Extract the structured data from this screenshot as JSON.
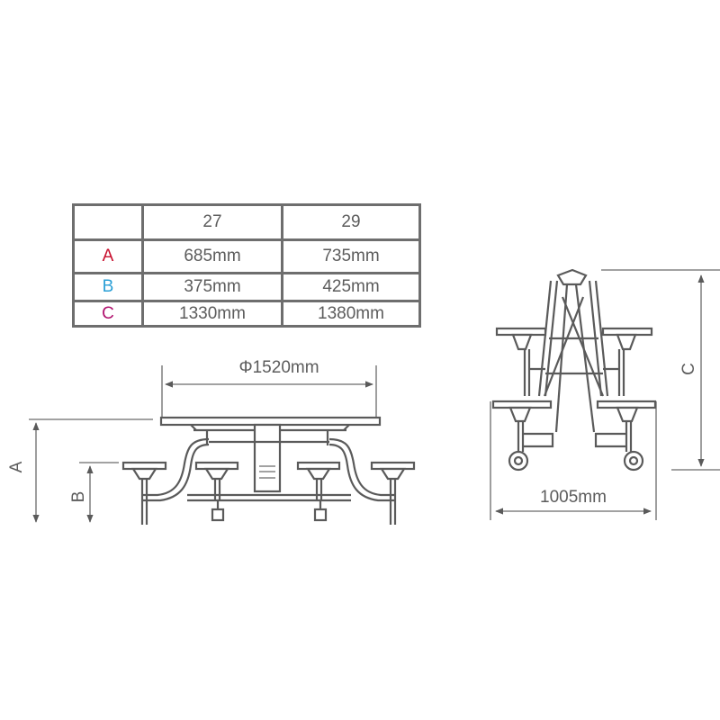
{
  "table": {
    "headers": [
      "",
      "27",
      "29"
    ],
    "rows": [
      {
        "key": "A",
        "key_color": "#c8102e",
        "v27": "685mm",
        "v29": "735mm"
      },
      {
        "key": "B",
        "key_color": "#2a9fd6",
        "v27": "375mm",
        "v29": "425mm"
      },
      {
        "key": "C",
        "key_color": "#b0126e",
        "v27": "1330mm",
        "v29": "1380mm"
      }
    ]
  },
  "front_view": {
    "diameter_label": "Φ1520mm",
    "label_a": "A",
    "label_a_color": "#c8102e",
    "label_b": "B",
    "label_b_color": "#2a9fd6"
  },
  "folded_view": {
    "label_c": "C",
    "label_c_color": "#b0126e",
    "width_label": "1005mm"
  }
}
